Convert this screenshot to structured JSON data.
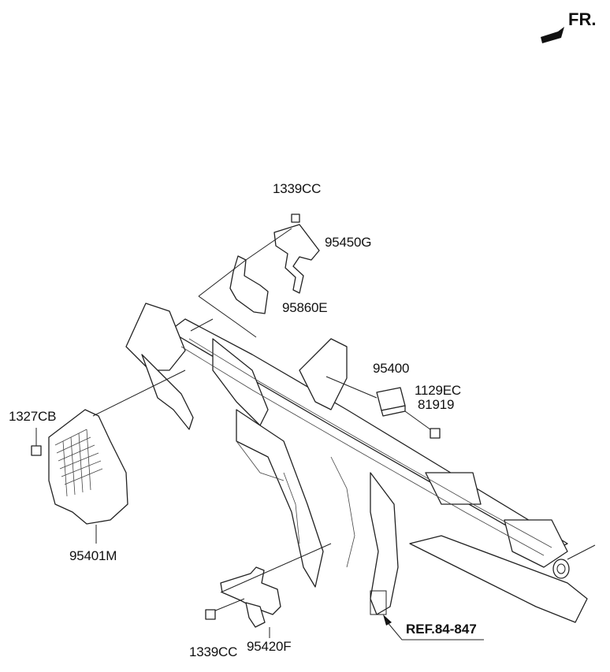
{
  "direction_marker": {
    "text": "FR."
  },
  "reference": {
    "text": "REF.84-847"
  },
  "callouts": {
    "nut_top": "1339CC",
    "bracket_upper": "95450G",
    "bracket_mid": "95860E",
    "module_right": "95400",
    "screw_a": "1129EC",
    "screw_b": "81919",
    "nut_left": "1327CB",
    "junction_box": "95401M",
    "nut_bottom": "1339CC",
    "bracket_lower": "95420F"
  }
}
